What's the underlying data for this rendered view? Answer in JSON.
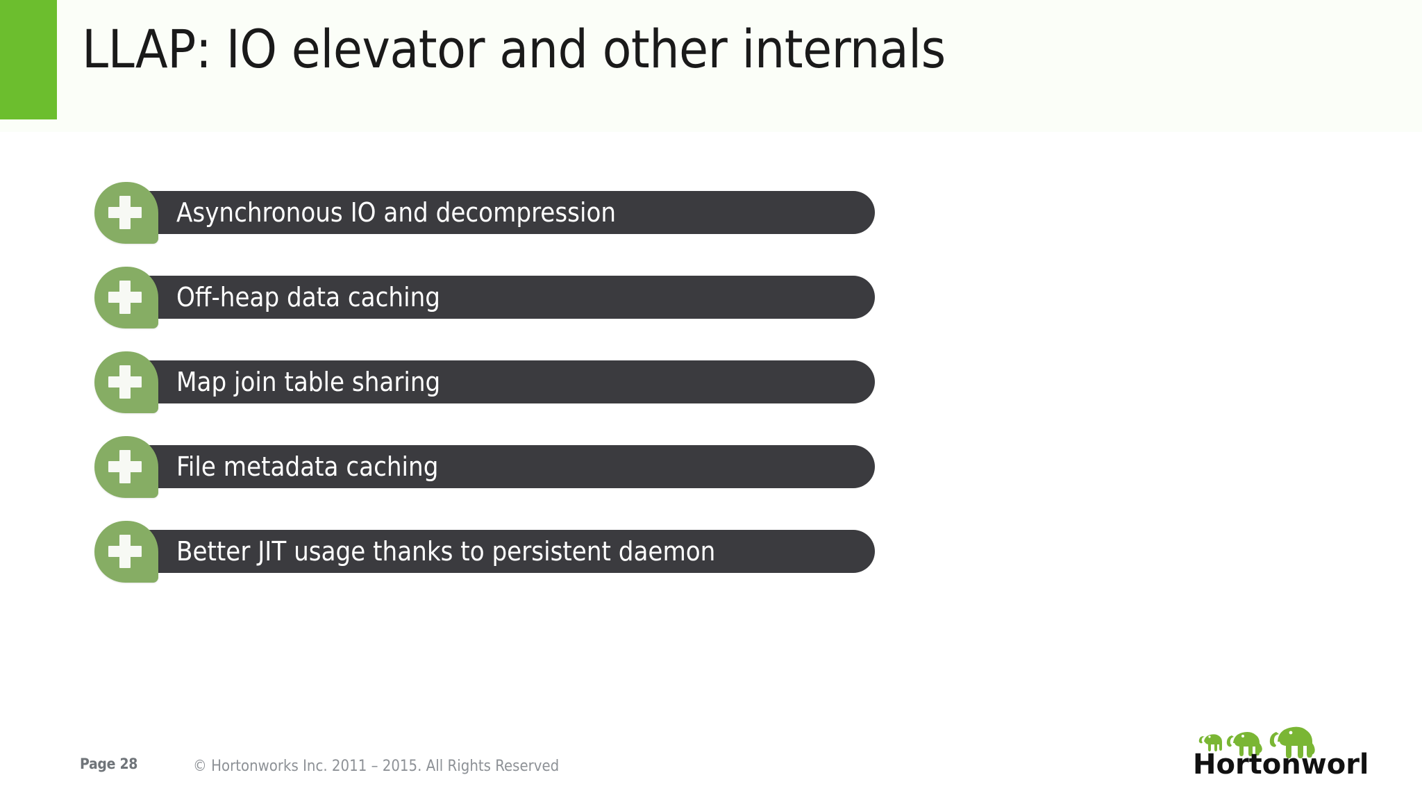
{
  "slide": {
    "title": "LLAP: IO elevator and other internals",
    "accent_color": "#6cbe2e",
    "bar_color": "#3b3b3f",
    "badge_color": "#86ad64",
    "background_color": "#ffffff"
  },
  "bullets": [
    {
      "icon": "plus-icon",
      "label": "Asynchronous IO and decompression"
    },
    {
      "icon": "plus-icon",
      "label": "Off-heap data caching"
    },
    {
      "icon": "plus-icon",
      "label": "Map join table sharing"
    },
    {
      "icon": "plus-icon",
      "label": "File metadata caching"
    },
    {
      "icon": "plus-icon",
      "label": "Better JIT usage thanks to persistent daemon"
    }
  ],
  "footer": {
    "page_label": "Page 28",
    "copyright": "© Hortonworks Inc. 2011 – 2015. All Rights Reserved"
  },
  "logo": {
    "wordmark": "Hortonworks",
    "icon": "three-elephants-icon",
    "elephant_color": "#7ab634",
    "wordmark_color": "#111111"
  }
}
